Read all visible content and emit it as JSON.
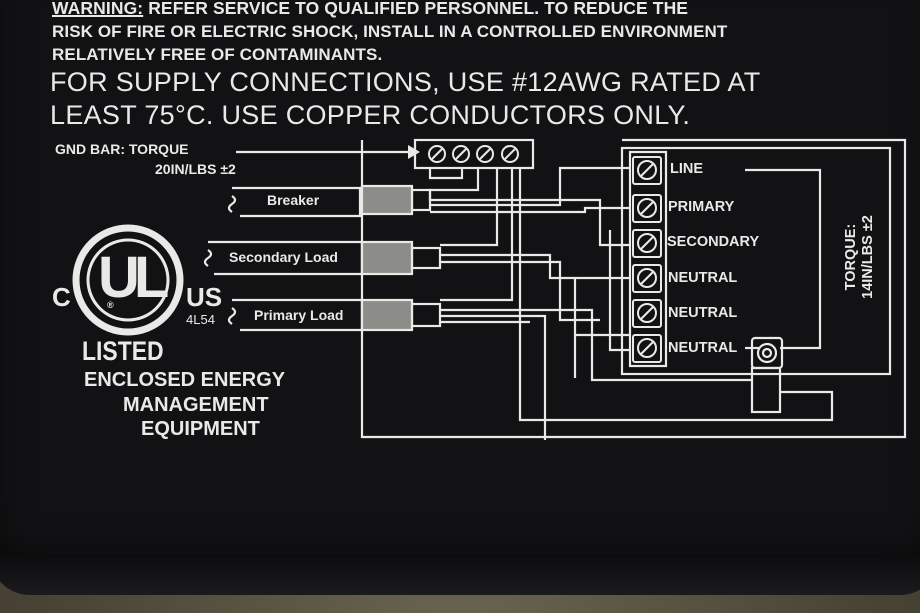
{
  "warning": {
    "label": "WARNING:",
    "line1": "REFER SERVICE TO QUALIFIED PERSONNEL. TO REDUCE THE",
    "line2": "RISK OF FIRE OR ELECTRIC SHOCK, INSTALL IN A CONTROLLED ENVIRONMENT",
    "line3": "RELATIVELY FREE OF CONTAMINANTS."
  },
  "supply": {
    "line1": "FOR SUPPLY CONNECTIONS, USE #12AWG RATED AT",
    "line2": "LEAST 75°C. USE COPPER CONDUCTORS ONLY."
  },
  "gnd_bar": {
    "line1": "GND BAR: TORQUE",
    "line2": "20IN/LBS ±2"
  },
  "loads": [
    {
      "label": "Breaker"
    },
    {
      "label": "Secondary Load"
    },
    {
      "label": "Primary Load"
    }
  ],
  "terminals": [
    {
      "label": "LINE"
    },
    {
      "label": "PRIMARY"
    },
    {
      "label": "SECONDARY"
    },
    {
      "label": "NEUTRAL"
    },
    {
      "label": "NEUTRAL"
    },
    {
      "label": "NEUTRAL"
    }
  ],
  "torque_side": {
    "line1": "TORQUE:",
    "line2": "14IN/LBS ±2"
  },
  "certification": {
    "c": "C",
    "ul": "UL",
    "registered": "®",
    "us": "US",
    "code": "4L54",
    "listed": "LISTED",
    "desc1": "ENCLOSED ENERGY",
    "desc2": "MANAGEMENT",
    "desc3": "EQUIPMENT"
  },
  "colors": {
    "panel": "#121214",
    "print": "#e9e9e7",
    "background": "#4a4536"
  }
}
